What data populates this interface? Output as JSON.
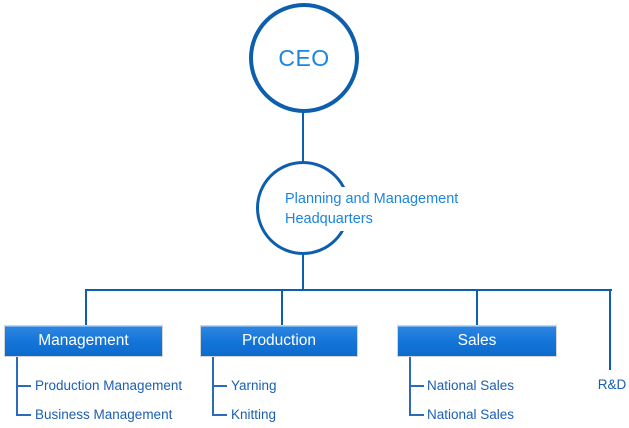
{
  "palette": {
    "connector_line": "#0d5fae",
    "sub_connector_line": "#2b6cba",
    "circle_stroke": "#0d5fae",
    "circle_text": "#1a86e0",
    "box_gradient_top": "#2f86e0",
    "box_gradient_bottom": "#0d6bcc",
    "box_text": "#ffffff",
    "sub_item_text": "#1a5fb4"
  },
  "chart": {
    "ceo": {
      "label": "CEO"
    },
    "headquarters": {
      "line1": "Planning and Management",
      "line2": "Headquarters"
    },
    "departments": [
      {
        "label": "Management",
        "children": [
          "Production Management",
          "Business Management"
        ]
      },
      {
        "label": "Production",
        "children": [
          "Yarning",
          "Knitting"
        ]
      },
      {
        "label": "Sales",
        "children": [
          "National Sales",
          "National Sales"
        ]
      },
      {
        "label": "R&D",
        "children": []
      }
    ]
  }
}
